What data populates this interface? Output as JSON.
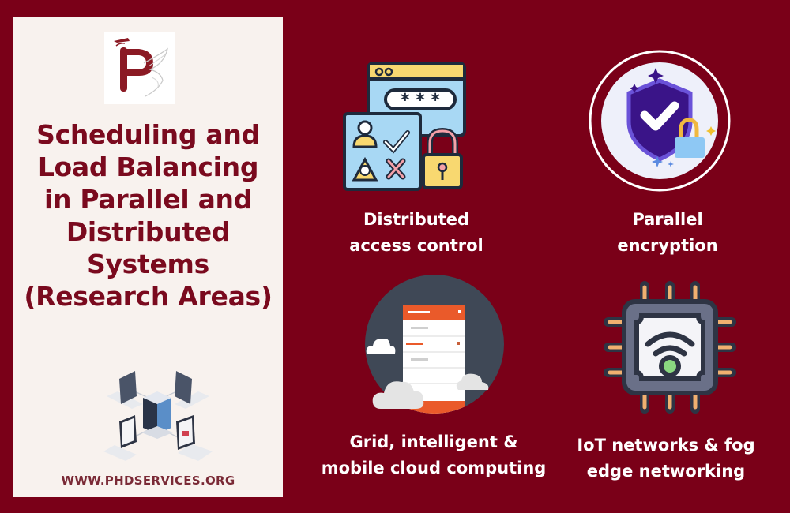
{
  "brand": {
    "logo_letter": "P",
    "website": "WWW.PHDSERVICES.ORG"
  },
  "title": {
    "lines": [
      "Scheduling and",
      "Load Balancing",
      "in Parallel and",
      "Distributed",
      "Systems",
      "(Research Areas)"
    ]
  },
  "items": [
    {
      "icon": "access-control-icon",
      "label_lines": [
        "Distributed",
        "access control"
      ]
    },
    {
      "icon": "shield-lock-icon",
      "label_lines": [
        "Parallel",
        "encryption"
      ]
    },
    {
      "icon": "cloud-app-icon",
      "label_lines": [
        "Grid, intelligent &",
        "mobile cloud computing"
      ]
    },
    {
      "icon": "iot-chip-icon",
      "label_lines": [
        "IoT networks & fog",
        "edge networking"
      ]
    }
  ],
  "colors": {
    "background": "#7a0018",
    "panel": "#f8f2ee",
    "title": "#7a0a1e",
    "label": "#ffffff"
  }
}
